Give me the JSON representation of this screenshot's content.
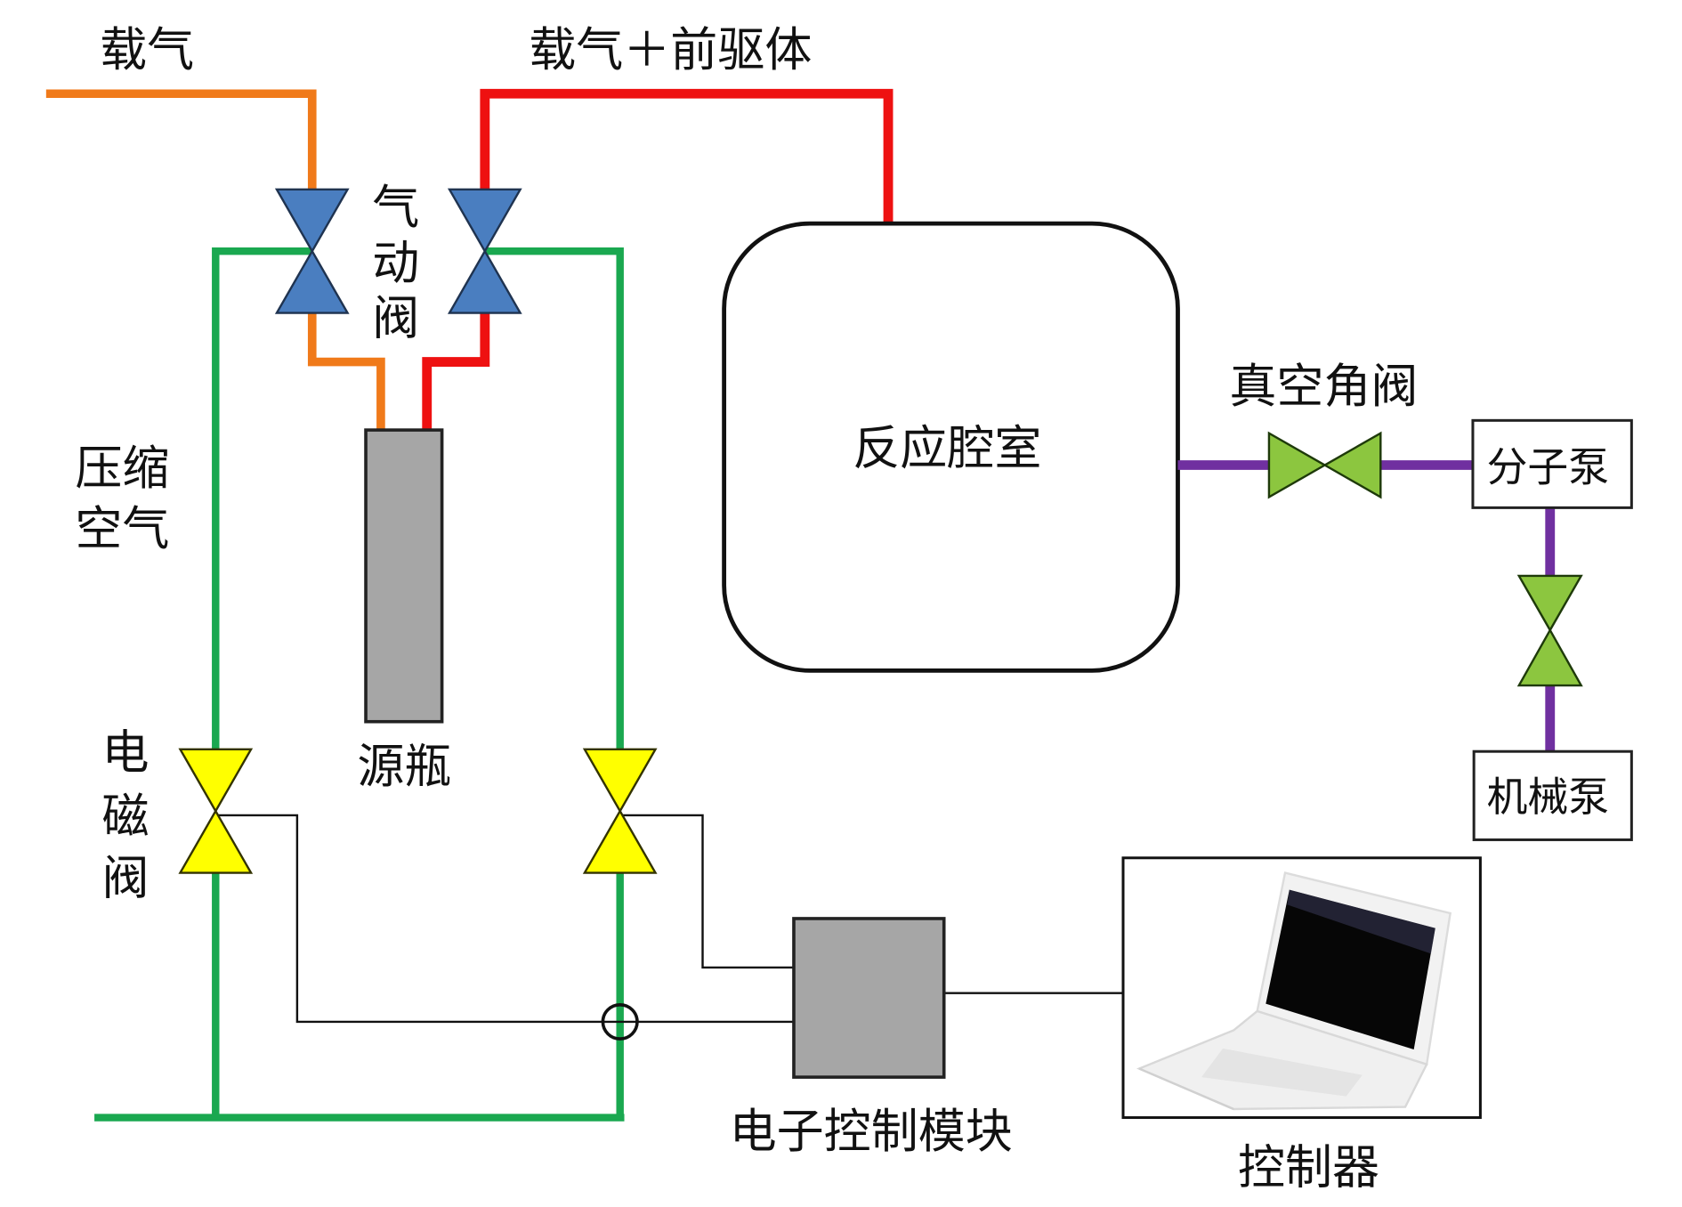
{
  "title": "ALD gas-flow and control system schematic",
  "labels": {
    "carrier_gas": "载气",
    "carrier_plus_precursor": "载气＋前驱体",
    "pneumatic_valve": [
      "气",
      "动",
      "阀"
    ],
    "compressed_air": [
      "压缩",
      "空气"
    ],
    "source_bottle": "源瓶",
    "solenoid_valve": [
      "电",
      "磁",
      "阀"
    ],
    "reaction_chamber": "反应腔室",
    "vacuum_angle_valve": "真空角阀",
    "molecular_pump": "分子泵",
    "mechanical_pump": "机械泵",
    "electronic_control_module": "电子控制模块",
    "controller": "控制器"
  },
  "colors": {
    "carrier_gas_line": "#f07a1a",
    "precursor_line": "#ee1111",
    "compressed_air_line": "#1aa850",
    "vacuum_line": "#7030a0",
    "pneumatic_valve": "#4a7ec0",
    "solenoid_valve": "#ffff00",
    "vacuum_valve": "#8cc63f",
    "source_bottle": "#a6a6a6",
    "control_module": "#a6a6a6",
    "signal_wire": "#111111"
  },
  "icons": {
    "controller": "laptop-icon"
  }
}
